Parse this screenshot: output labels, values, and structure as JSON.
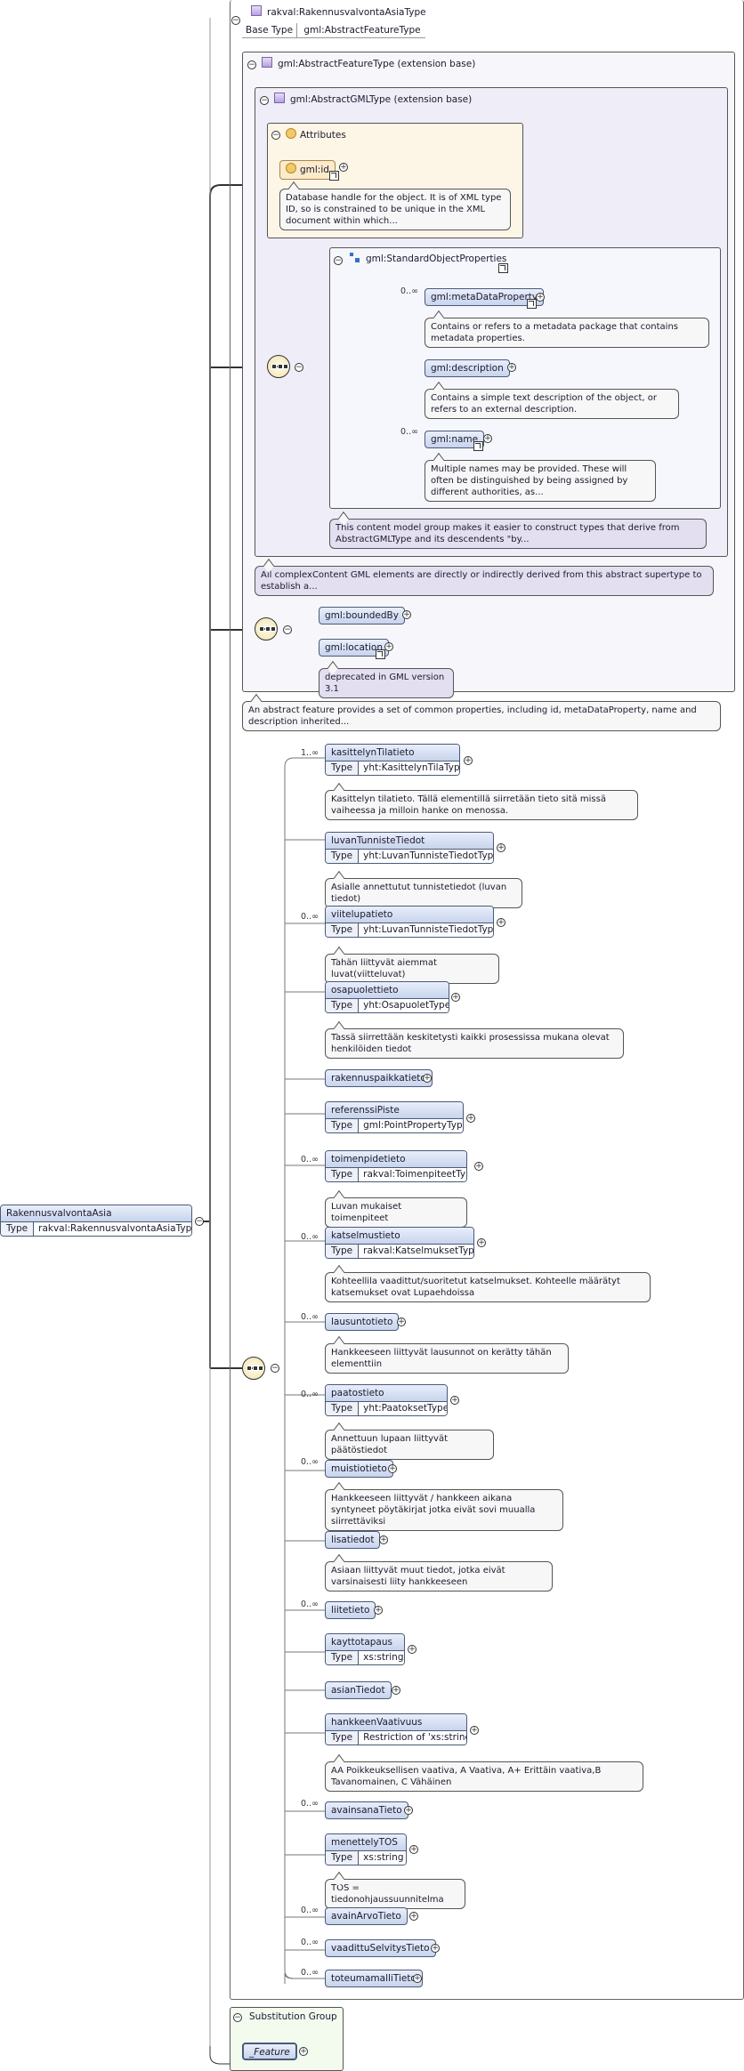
{
  "top": {
    "title": "rakval:RakennusvalvontaAsiaType",
    "base_type_key": "Base Type",
    "base_type_val": "gml:AbstractFeatureType"
  },
  "feature_base": {
    "title": "gml:AbstractFeatureType (extension base)"
  },
  "gml_base": {
    "title": "gml:AbstractGMLType (extension base)"
  },
  "attributes": {
    "title": "Attributes",
    "id_label": "gml:id",
    "id_note": "Database handle for the object. It is of XML type ID, so is constrained to be unique in the XML document within which..."
  },
  "std_props": {
    "title": "gml:StandardObjectProperties",
    "items": [
      {
        "name": "gml:metaDataProperty",
        "card": "0..∞",
        "note": "Contains or refers to a metadata package that contains metadata properties."
      },
      {
        "name": "gml:description",
        "card": "",
        "note": "Contains a simple text description of the object, or refers to an external description."
      },
      {
        "name": "gml:name",
        "card": "0..∞",
        "note": "Multiple names may be provided. These will often be distinguished by being assigned by different authorities, as..."
      }
    ],
    "group_note": "This content model group makes it easier to construct types that derive from AbstractGMLType and its descendents \"by..."
  },
  "gml_note": "All complexContent GML elements are directly or indirectly derived from this abstract supertype to establish a...",
  "bounded": {
    "a": "gml:boundedBy",
    "b": "gml:location",
    "b_note": "deprecated in GML version 3.1"
  },
  "feature_note": "An abstract feature provides a set of common properties, including id, metaDataProperty, name and description inherited...",
  "root": {
    "name": "RakennusvalvontaAsia",
    "type_key": "Type",
    "type_val": "rakval:RakennusvalvontaAsiaType"
  },
  "elements": [
    {
      "name": "kasittelynTilatieto",
      "card": "1..∞",
      "type": "yht:KasittelynTilaType",
      "note": "Käsittelyn tilatieto. Tällä elementillä siirretään tieto sitä missä vaiheessa ja milloin hanke on menossa."
    },
    {
      "name": "luvanTunnisteTiedot",
      "card": "",
      "type": "yht:LuvanTunnisteTiedotType",
      "note": "Asialle annettutut tunnistetiedot (luvan tiedot)"
    },
    {
      "name": "viitelupatieto",
      "card": "0..∞",
      "type": "yht:LuvanTunnisteTiedotType",
      "note": "Tähän liittyvät aiemmat luvat(viitteluvat)"
    },
    {
      "name": "osapuolettieto",
      "card": "",
      "type": "yht:OsapuoletType",
      "note": "Tässä siirrettään keskitetysti kaikki prosessissa mukana olevat henkilöiden tiedot"
    },
    {
      "name": "rakennuspaikkatieto",
      "card": "",
      "type": "",
      "note": ""
    },
    {
      "name": "referenssiPiste",
      "card": "",
      "type": "gml:PointPropertyType",
      "note": ""
    },
    {
      "name": "toimenpidetieto",
      "card": "0..∞",
      "type": "rakval:ToimenpiteetType",
      "note": "Luvan mukaiset toimenpiteet"
    },
    {
      "name": "katselmustieto",
      "card": "0..∞",
      "type": "rakval:KatselmuksetType",
      "note": "Kohteellila vaadittut/suoritetut katselmukset. Kohteelle määrätyt katsemukset ovat Lupaehdoissa"
    },
    {
      "name": "lausuntotieto",
      "card": "0..∞",
      "type": "",
      "note": "Hankkeeseen liittyvät lausunnot on kerätty tähän elementtiin"
    },
    {
      "name": "paatostieto",
      "card": "0..∞",
      "type": "yht:PaatoksetType",
      "note": "Annettuun lupaan liittyvät päätöstiedot"
    },
    {
      "name": "muistiotieto",
      "card": "0..∞",
      "type": "",
      "note": "Hankkeeseen liittyvät / hankkeen aikana syntyneet pöytäkirjat jotka eivät sovi muualla siirrettäviksi"
    },
    {
      "name": "lisatiedot",
      "card": "",
      "type": "",
      "note": "Asiaan liittyvät muut tiedot, jotka eivät varsinaisesti liity hankkeeseen"
    },
    {
      "name": "liitetieto",
      "card": "0..∞",
      "type": "",
      "note": ""
    },
    {
      "name": "kayttotapaus",
      "card": "",
      "type": "xs:string",
      "note": ""
    },
    {
      "name": "asianTiedot",
      "card": "",
      "type": "",
      "note": ""
    },
    {
      "name": "hankkeenVaativuus",
      "card": "",
      "type": "Restriction of 'xs:string'",
      "note": "AA Poikkeuksellisen vaativa, A Vaativa, A+ Erittäin vaativa,B Tavanomainen, C Vähäinen"
    },
    {
      "name": "avainsanaTieto",
      "card": "0..∞",
      "type": "",
      "note": ""
    },
    {
      "name": "menettelyTOS",
      "card": "",
      "type": "xs:string",
      "note": "TOS = tiedonohjaussuunnitelma"
    },
    {
      "name": "avainArvoTieto",
      "card": "0..∞",
      "type": "",
      "note": ""
    },
    {
      "name": "vaadittuSelvitysTieto",
      "card": "0..∞",
      "type": "",
      "note": ""
    },
    {
      "name": "toteumamalliTieto",
      "card": "0..∞",
      "type": "",
      "note": ""
    }
  ],
  "substitution": {
    "title": "Substitution Group",
    "item": "_Feature"
  }
}
